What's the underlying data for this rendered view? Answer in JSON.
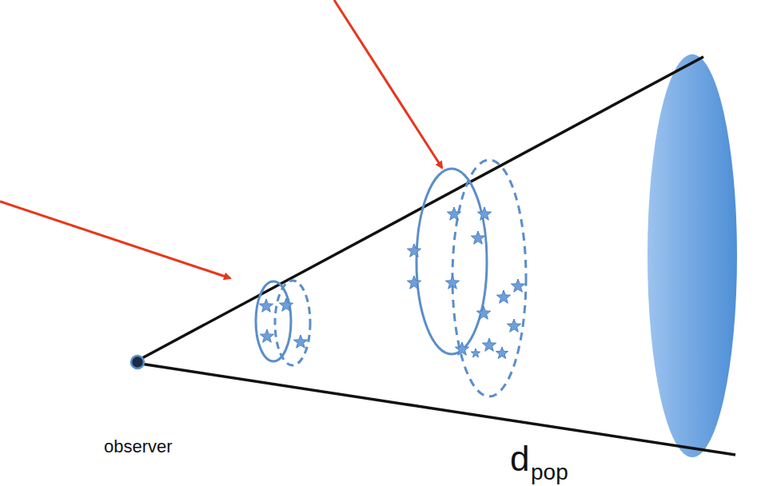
{
  "diagram": {
    "labels": [
      "observer",
      "d",
      "pop"
    ]
  }
}
